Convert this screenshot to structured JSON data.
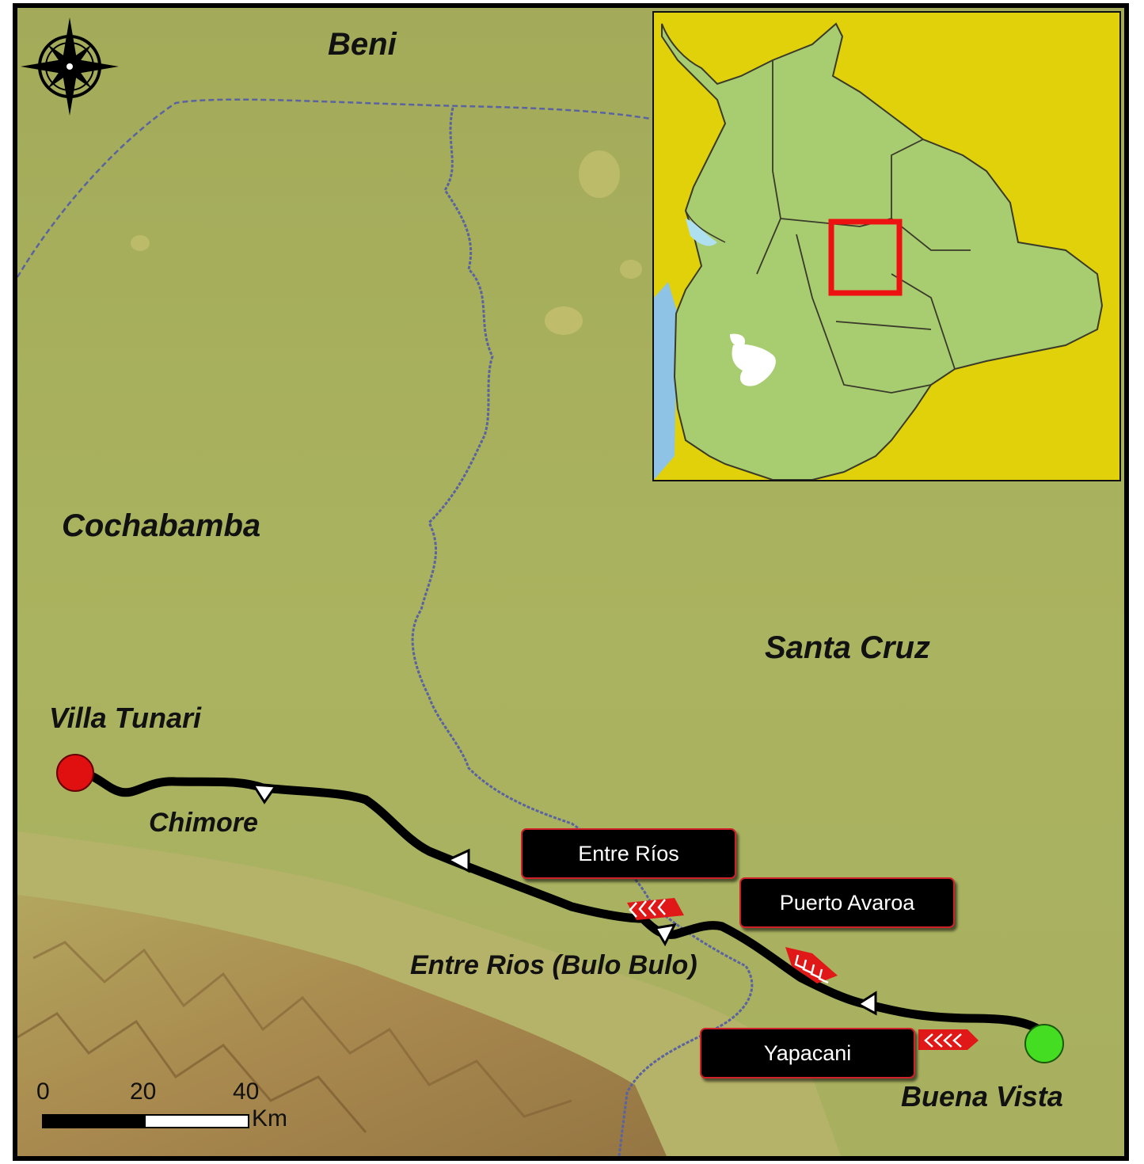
{
  "regions": {
    "north": "Beni",
    "west": "Cochabamba",
    "east": "Santa Cruz"
  },
  "towns": {
    "start": "Villa Tunari",
    "stop1": "Chimore",
    "stop2": "Entre Rios (Bulo Bulo)",
    "end": "Buena Vista"
  },
  "callouts": {
    "a": "Entre Ríos",
    "b": "Puerto Avaroa",
    "c": "Yapacani"
  },
  "scale_bar": {
    "ticks": [
      "0",
      "20",
      "40"
    ],
    "unit": "Km"
  },
  "icons": [
    "compass-rose-icon",
    "direction-chevron-icon",
    "route-arrow-icon"
  ],
  "colors": {
    "terrain": "#a9ae5c",
    "route": "#000000",
    "start_marker": "#e01010",
    "end_marker": "#44dd22",
    "river": "#5a63a0",
    "callout_border": "#d0202a",
    "inset_country": "#a8cc70",
    "inset_neighbors": "#e0d10a",
    "inset_locator": "#ee1111"
  }
}
